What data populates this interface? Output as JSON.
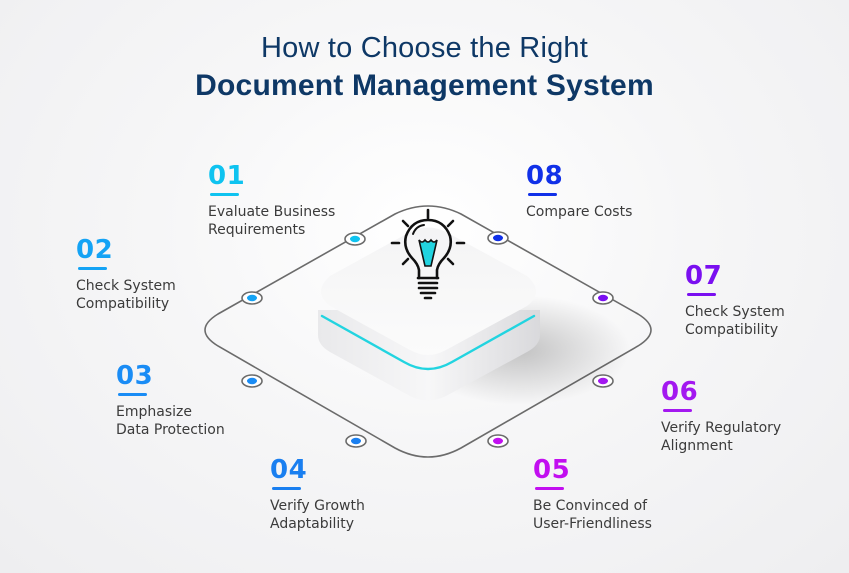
{
  "title": {
    "line1": "How to Choose the Right",
    "line2": "Document Management System",
    "color": "#0e3866"
  },
  "center": {
    "icon": "lightbulb-icon",
    "accent_color": "#22d4e0"
  },
  "steps": [
    {
      "number": "01",
      "line1": "Evaluate Business",
      "line2": "Requirements",
      "color": "#0fc3f0"
    },
    {
      "number": "02",
      "line1": "Check System",
      "line2": "Compatibility",
      "color": "#14a3f5"
    },
    {
      "number": "03",
      "line1": "Emphasize",
      "line2": "Data Protection",
      "color": "#1a8cf5"
    },
    {
      "number": "04",
      "line1": "Verify Growth",
      "line2": "Adaptability",
      "color": "#1a7ff0"
    },
    {
      "number": "05",
      "line1": "Be Convinced of",
      "line2": "User-Friendliness",
      "color": "#c20ff0"
    },
    {
      "number": "06",
      "line1": "Verify Regulatory",
      "line2": "Alignment",
      "color": "#a318f0"
    },
    {
      "number": "07",
      "line1": "Check System",
      "line2": "Compatibility",
      "color": "#7a0ff0"
    },
    {
      "number": "08",
      "line1": "Compare Costs",
      "line2": "",
      "color": "#1030e8"
    }
  ]
}
